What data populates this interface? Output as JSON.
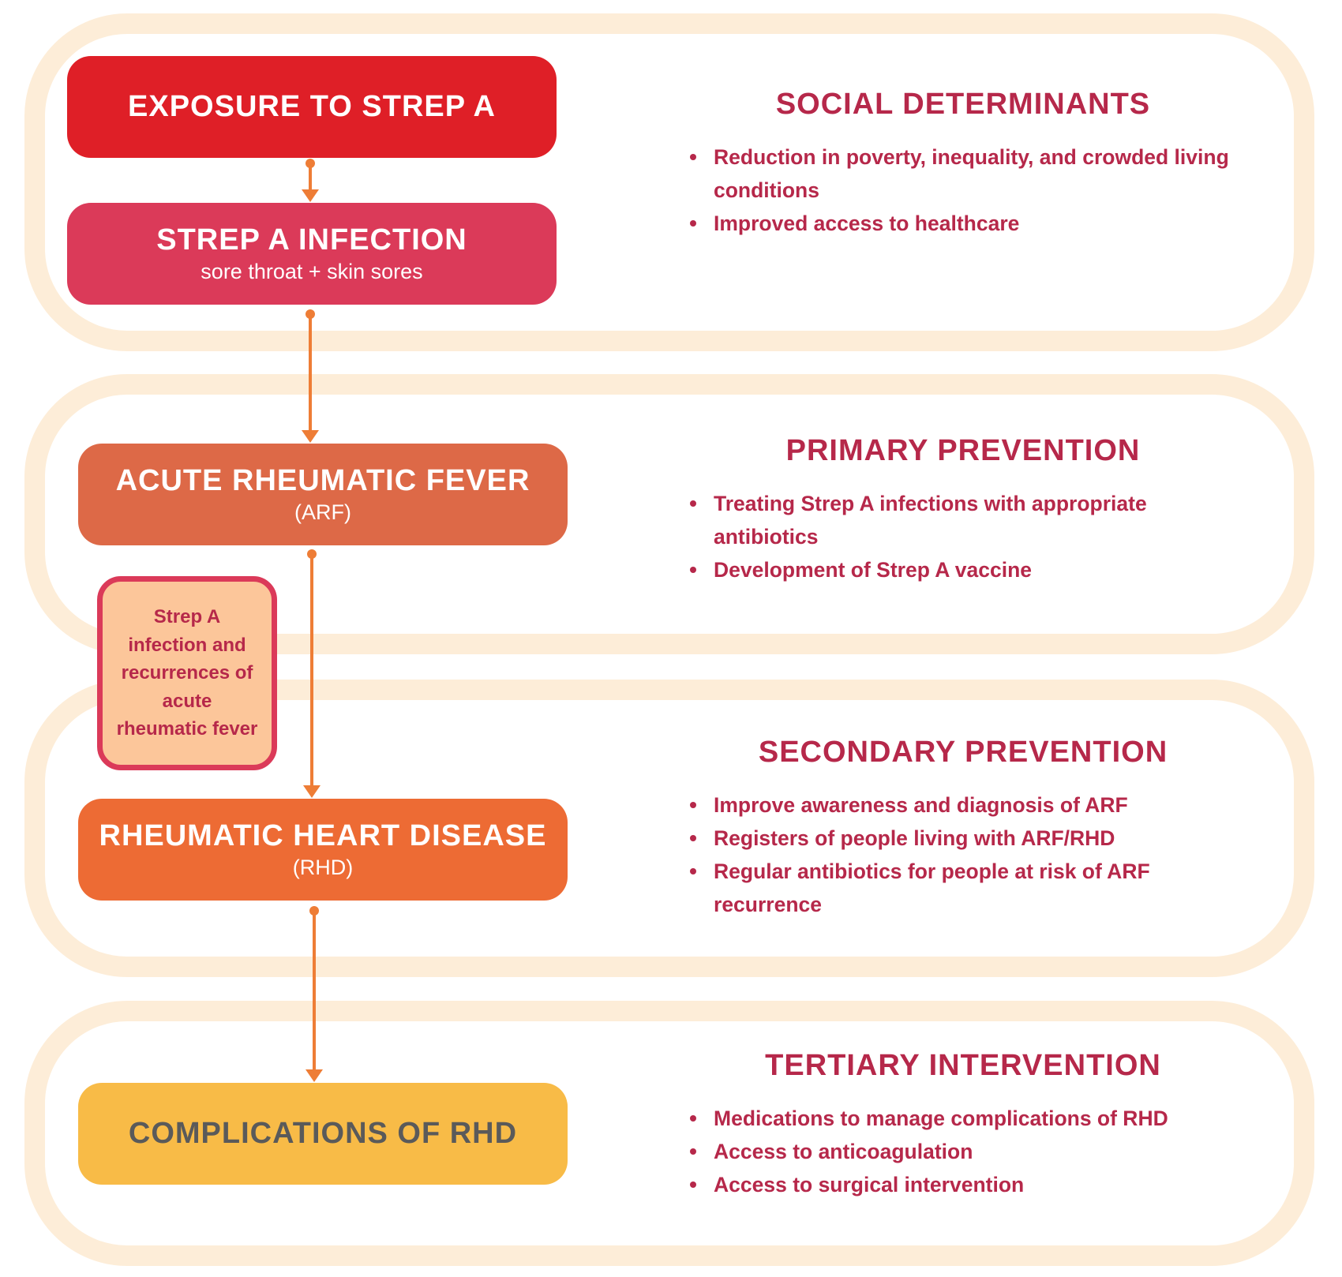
{
  "stages": {
    "exposure": {
      "title": "EXPOSURE TO STREP A"
    },
    "infection": {
      "title": "STREP A INFECTION",
      "subtitle": "sore throat + skin sores"
    },
    "arf": {
      "title": "ACUTE RHEUMATIC FEVER",
      "subtitle": "(ARF)"
    },
    "rhd": {
      "title": "RHEUMATIC HEART DISEASE",
      "subtitle": "(RHD)"
    },
    "complications": {
      "title": "COMPLICATIONS OF RHD"
    }
  },
  "recurrence_note": "Strep A infection and recurrences of acute rheumatic fever",
  "sections": {
    "social": {
      "title": "SOCIAL DETERMINANTS",
      "items": [
        "Reduction in poverty, inequality, and crowded living conditions",
        "Improved access to healthcare"
      ]
    },
    "primary": {
      "title": "PRIMARY PREVENTION",
      "items": [
        "Treating Strep A infections with appropriate antibiotics",
        "Development of Strep A vaccine"
      ]
    },
    "secondary": {
      "title": "SECONDARY PREVENTION",
      "items": [
        "Improve awareness and diagnosis of ARF",
        "Registers of people living with ARF/RHD",
        "Regular antibiotics for people at risk of ARF recurrence"
      ]
    },
    "tertiary": {
      "title": "TERTIARY INTERVENTION",
      "items": [
        "Medications to manage complications of RHD",
        "Access to anticoagulation",
        "Access to surgical intervention"
      ]
    }
  },
  "colors": {
    "panel_border": "#fdedd8",
    "exposure": "#df1f27",
    "infection": "#db3a59",
    "arf": "#dd6947",
    "rhd": "#ed6b34",
    "complications": "#f8bb47",
    "accent_text": "#b6284a",
    "arrow": "#ee7d36"
  }
}
